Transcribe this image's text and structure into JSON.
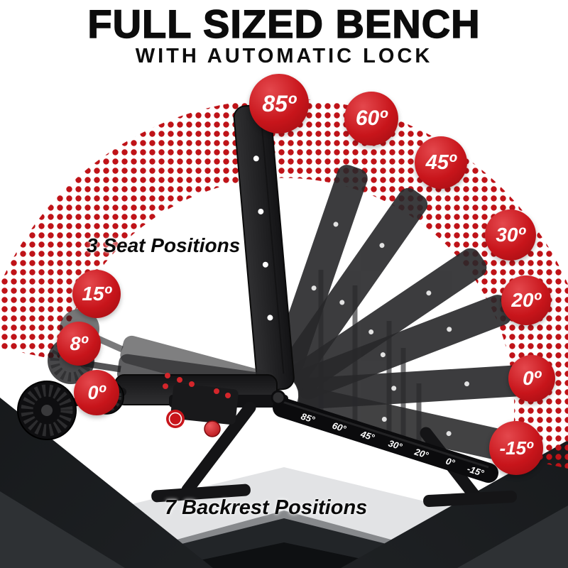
{
  "header": {
    "title": "FULL SIZED BENCH",
    "subtitle": "WITH AUTOMATIC LOCK"
  },
  "seat_positions": {
    "label": "3 Seat Positions",
    "badges": [
      "15º",
      "8º",
      "0º"
    ]
  },
  "backrest_positions": {
    "label": "7 Backrest Positions",
    "badges": [
      "85º",
      "60º",
      "45º",
      "30º",
      "20º",
      "0º",
      "-15º"
    ],
    "rail_labels": [
      "85°",
      "60°",
      "45°",
      "30°",
      "20°",
      "0°",
      "-15°"
    ]
  },
  "colors": {
    "badge_red": "#c8151b",
    "arc_dot_red": "#bf1318",
    "accent_red": "#d4262b",
    "bench_black": "#1b1b1d",
    "background_dark": "#1a1c1f"
  }
}
